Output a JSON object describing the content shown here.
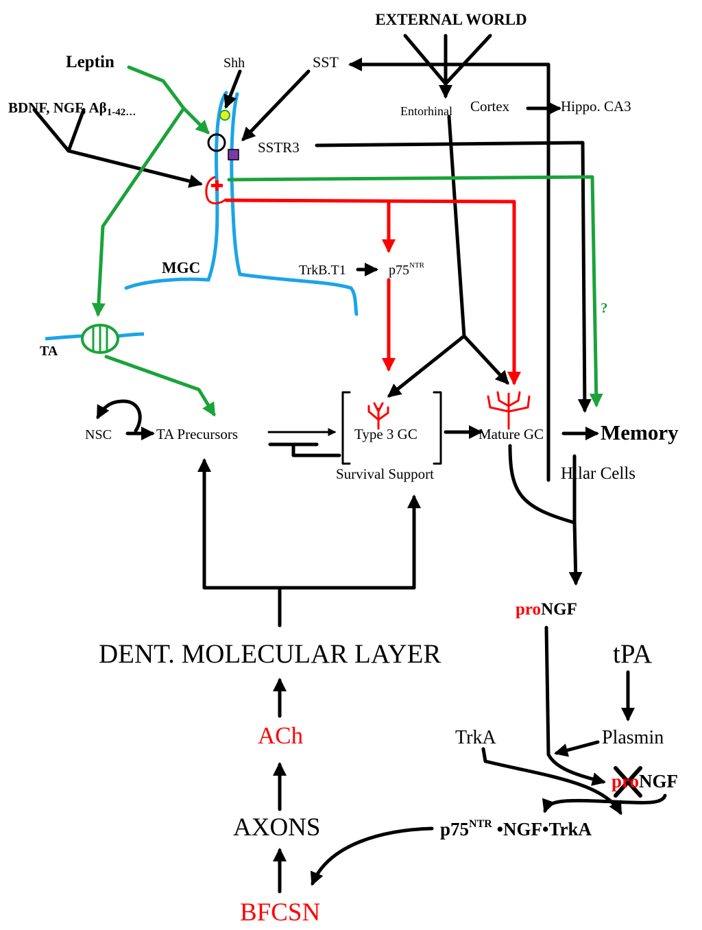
{
  "colors": {
    "black": "#000000",
    "red": "#ff0000",
    "green": "#1aa33a",
    "blue": "#1ba4e8",
    "yellow": "#e6f020",
    "purple": "#7a3aa8"
  },
  "labels": {
    "external_world": "EXTERNAL WORLD",
    "leptin": "Leptin",
    "shh": "Shh",
    "sst": "SST",
    "bdnf_prefix": "BDNF, NGF, Aβ",
    "bdnf_sub": "1-42…",
    "entorhinal": "Entorhinal",
    "cortex": "Cortex",
    "hippo_ca3": "Hippo. CA3",
    "sstr3": "SSTR3",
    "mgc": "MGC",
    "trkb_t1": "TrkB.T1",
    "p75_base": "p75",
    "p75_sup": "NTR",
    "question": "?",
    "ta": "TA",
    "nsc": "NSC",
    "ta_precursors": "TA Precursors",
    "type3_gc": "Type 3 GC",
    "survival_support": "Survival Support",
    "mature_gc": "Mature GC",
    "memory": "Memory",
    "hilar_cells": "Hilar Cells",
    "pro_prefix": "pro",
    "ngf": "NGF",
    "dent_molecular_layer": "DENT. MOLECULAR LAYER",
    "tpa": "tPA",
    "ach": "ACh",
    "trka": "TrkA",
    "plasmin": "Plasmin",
    "pro_crossed": "pro",
    "ngf_crossed": "NGF",
    "complex_p75": "p75",
    "complex_sup": "NTR",
    "complex_rest": " •NGF•TrkA",
    "axons": "AXONS",
    "bfcsn": "BFCSN"
  }
}
